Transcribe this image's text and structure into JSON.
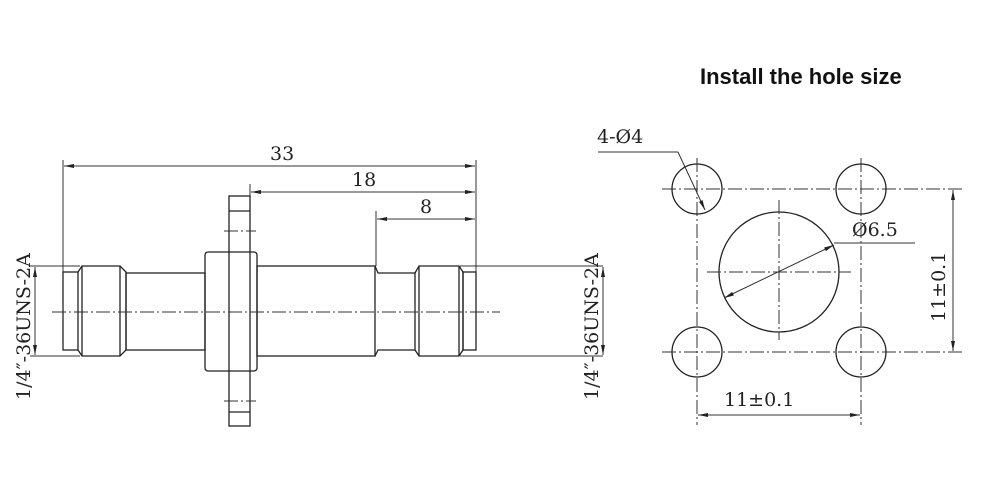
{
  "title": "Install the hole size",
  "side_view": {
    "overall_length": "33",
    "flange_to_end": "18",
    "neck_to_end": "8",
    "thread_left": "1/4″-36UNS-2A",
    "thread_right": "1/4″-36UNS-2A"
  },
  "hole_pattern": {
    "mount_holes": "4-Ø4",
    "center_hole": "Ø6.5",
    "vertical_spacing": "11±0.1",
    "horizontal_spacing": "11±0.1"
  }
}
